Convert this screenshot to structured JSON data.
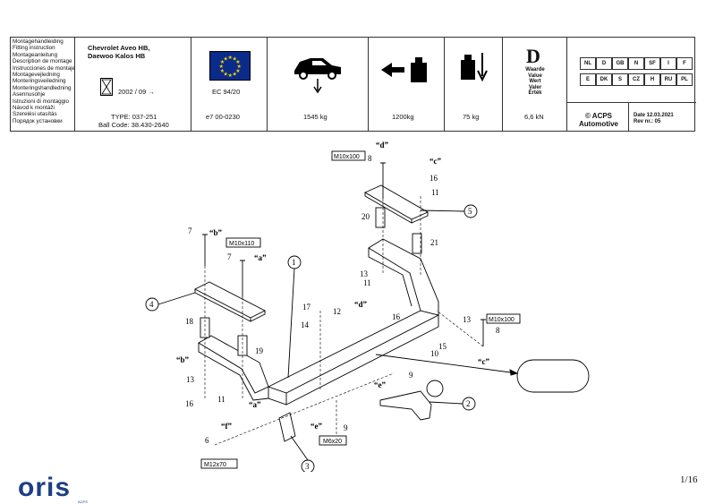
{
  "header": {
    "languages": [
      "Montagehandleiding",
      "Fitting instruction",
      "Montageanleitung",
      "Description de montage",
      "Instrucciones de montaje",
      "Montagevejledning",
      "Monteringsveiledning",
      "Monteringshandledning",
      "Asennusohje",
      "Istruzioni di montaggio",
      "Návod k montáži",
      "Szerelési utasítás",
      "Порядок установки"
    ],
    "vehicle": "Chevrolet Aveo HB,\nDaewoo Kalos HB",
    "production_period": "2002 / 09 →",
    "type": "TYPE: 037-251",
    "ball_code": "Ball Code: 38.430-2640",
    "approval": "EC 94/20",
    "approval_no": "e7   00-0230",
    "max_mass": "1545  kg",
    "trailer_mass": "1200kg",
    "vertical_load": "75 kg",
    "d_letter": "D",
    "d_words": [
      "Waarde",
      "Value",
      "Wert",
      "Valer",
      "Érték"
    ],
    "d_value": "6,6 kN",
    "countries_row1": [
      "NL",
      "D",
      "GB",
      "N",
      "SF",
      "I",
      "F"
    ],
    "countries_row2": [
      "E",
      "DK",
      "S",
      "CZ",
      "H",
      "RU",
      "PL"
    ],
    "copyright": "© ACPS\nAutomotive",
    "date": "Date 12.03.2021",
    "rev": "Rev nr.: 05"
  },
  "drawing": {
    "bolt_labels": [
      "M10x100",
      "M10x110",
      "M10x100",
      "M6x20",
      "M12x70"
    ],
    "callouts": [
      "1",
      "2",
      "3",
      "4",
      "5"
    ],
    "part_numbers": [
      "6",
      "7",
      "7",
      "8",
      "8",
      "9",
      "9",
      "10",
      "11",
      "11",
      "11",
      "12",
      "13",
      "13",
      "13",
      "14",
      "15",
      "16",
      "16",
      "16",
      "17",
      "18",
      "19",
      "20",
      "21"
    ],
    "quote_labels": [
      "“d”",
      "“c”",
      "“b”",
      "“a”",
      "“d”",
      "“c”",
      "“b”",
      "“a”",
      "“e”",
      "“e”",
      "“f”"
    ]
  },
  "footer": {
    "logo": "oris",
    "logo_sub": "ACPS",
    "page": "1/16"
  }
}
